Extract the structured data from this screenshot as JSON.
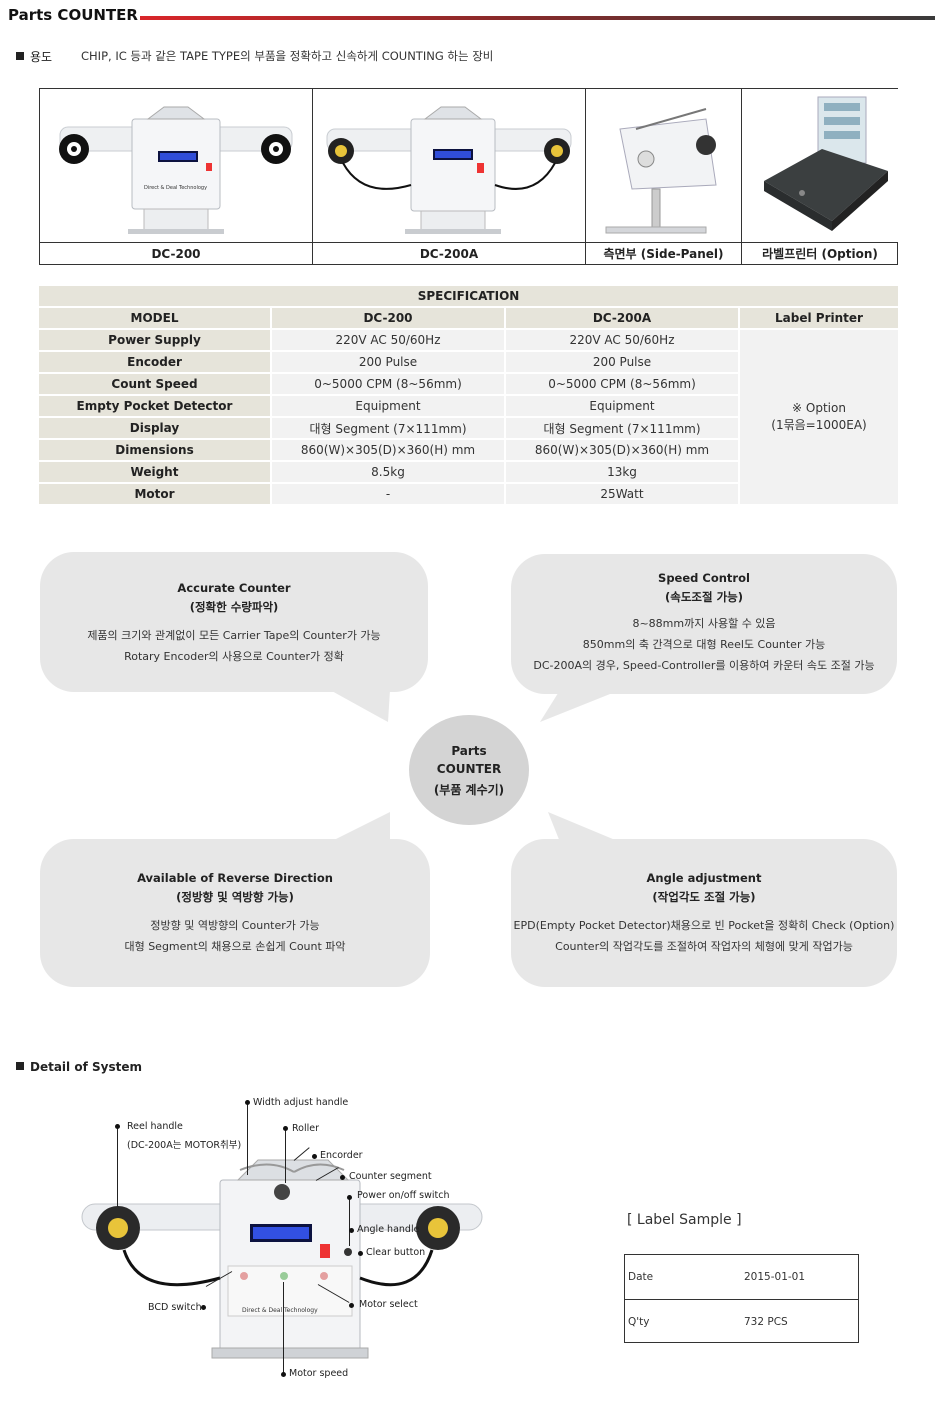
{
  "header": {
    "title": "Parts COUNTER",
    "usage_label": "용도",
    "usage_text": "CHIP, IC 등과 같은 TAPE TYPE의 부품을 정확하고 신속하게 COUNTING 하는 장비"
  },
  "products": [
    {
      "caption": "DC-200"
    },
    {
      "caption": "DC-200A"
    },
    {
      "caption": "측면부 (Side-Panel)"
    },
    {
      "caption": "라벨프린터 (Option)"
    }
  ],
  "spec": {
    "title": "SPECIFICATION",
    "headers": [
      "MODEL",
      "DC-200",
      "DC-200A",
      "Label Printer"
    ],
    "rows": [
      {
        "label": "Power Supply",
        "dc200": "220V AC 50/60Hz",
        "dc200a": "220V AC 50/60Hz"
      },
      {
        "label": "Encoder",
        "dc200": "200 Pulse",
        "dc200a": "200 Pulse"
      },
      {
        "label": "Count Speed",
        "dc200": "0~5000 CPM (8~56mm)",
        "dc200a": "0~5000 CPM (8~56mm)"
      },
      {
        "label": "Empty Pocket Detector",
        "dc200": "Equipment",
        "dc200a": "Equipment"
      },
      {
        "label": "Display",
        "dc200": "대형 Segment (7×111mm)",
        "dc200a": "대형 Segment (7×111mm)"
      },
      {
        "label": "Dimensions",
        "dc200": "860(W)×305(D)×360(H) mm",
        "dc200a": "860(W)×305(D)×360(H) mm"
      },
      {
        "label": "Weight",
        "dc200": "8.5kg",
        "dc200a": "13kg"
      },
      {
        "label": "Motor",
        "dc200": "-",
        "dc200a": "25Watt"
      }
    ],
    "label_printer_line1": "※ Option",
    "label_printer_line2": "(1묶음=1000EA)"
  },
  "features": {
    "center": {
      "line1": "Parts",
      "line2": "COUNTER",
      "line3": "(부품 계수기)"
    },
    "accurate": {
      "title": "Accurate Counter",
      "subtitle": "(정확한 수량파악)",
      "lines": [
        "제품의 크기와 관계없이 모든 Carrier Tape의 Counter가 가능",
        "Rotary Encoder의 사용으로 Counter가 정확"
      ]
    },
    "speed": {
      "title": "Speed Control",
      "subtitle": "(속도조절 가능)",
      "lines": [
        "8~88mm까지 사용할 수 있음",
        "850mm의 축 간격으로 대형 Reel도 Counter 가능",
        "DC-200A의 경우, Speed-Controller를 이용하여 카운터 속도 조절 가능"
      ]
    },
    "reverse": {
      "title": "Available of Reverse Direction",
      "subtitle": "(정방향 및 역방향 가능)",
      "lines": [
        "정방향 및 역방향의 Counter가 가능",
        "대형 Segment의 채용으로 손쉽게 Count 파악"
      ]
    },
    "angle": {
      "title": "Angle adjustment",
      "subtitle": "(작업각도 조절 가능)",
      "lines": [
        "EPD(Empty Pocket Detector)채용으로 빈 Pocket을 정확히 Check (Option)",
        "Counter의 작업각도를 조절하여 작업자의 체형에 맞게 작업가능"
      ]
    }
  },
  "detail": {
    "heading": "Detail of System",
    "callouts": {
      "width_adjust": "Width adjust handle",
      "reel_handle": "Reel handle",
      "reel_handle_note": "(DC-200A는 MOTOR취부)",
      "roller": "Roller",
      "encorder": "Encorder",
      "counter_segment": "Counter segment",
      "power_switch": "Power on/off switch",
      "angle_handle": "Angle handle",
      "clear_button": "Clear button",
      "bcd_switch": "BCD switch",
      "motor_select": "Motor select",
      "motor_speed": "Motor speed"
    },
    "device_brand": "Direct & Deal Technology"
  },
  "label_sample": {
    "title": "[ Label Sample ]",
    "rows": [
      {
        "key": "Date",
        "value": "2015-01-01"
      },
      {
        "key": "Q'ty",
        "value": "732 PCS"
      }
    ]
  },
  "colors": {
    "accent": "#d9262a",
    "table_header": "#e6e4da",
    "bubble": "#e7e7e7",
    "led": "#3a5cff"
  }
}
